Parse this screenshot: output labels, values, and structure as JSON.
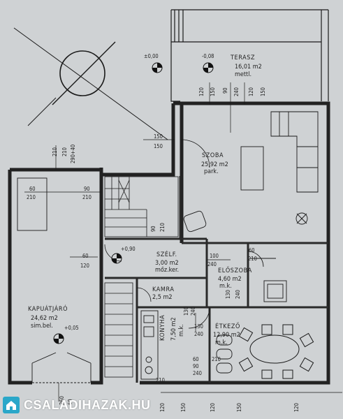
{
  "rooms": {
    "terasz": {
      "name": "TERASZ",
      "area": "16,01 m2",
      "floor": "mettl."
    },
    "szoba": {
      "name": "SZOBA",
      "area": "25,92 m2",
      "floor": "park."
    },
    "szelf": {
      "name": "SZÉLF.",
      "area": "3,00 m2",
      "floor": "mőz.ker."
    },
    "eloszoba": {
      "name": "ELŐSZOBA",
      "area": "4,60 m2",
      "floor": "m.k."
    },
    "kamra": {
      "name": "KAMRA",
      "area": "2,5 m2"
    },
    "kapuatjaro": {
      "name": "KAPUÁTJÁRÓ",
      "area": "24,62 m2",
      "floor": "sim.bel."
    },
    "konyha": {
      "name": "KONYHA",
      "area": "7,50 m2",
      "floor": "m.k."
    },
    "etkezo": {
      "name": "ÉTKEZŐ",
      "area": "12,90 m2",
      "floor": "m.k."
    }
  },
  "levels": {
    "l1": "±0,00",
    "l2": "-0,08",
    "l3": "+0,90",
    "l4": "+0,05"
  },
  "dims": {
    "d150a": "150",
    "d150b": "150",
    "d120a": "120",
    "d150c": "150",
    "d90": "90",
    "d240": "240",
    "d120b": "120",
    "d150d": "150",
    "d210a": "210",
    "d210b": "210",
    "d290": "290+40",
    "d60a": "60",
    "d210c": "210",
    "d90b": "90",
    "d210d": "210",
    "d60b": "60",
    "d120c": "120",
    "d100": "100",
    "d240b": "240",
    "d60c": "60",
    "d210e": "210",
    "d130": "130",
    "d240c": "240",
    "d90c": "90",
    "d210f": "210",
    "d130b": "130",
    "d240d": "240",
    "d130c": "130",
    "d240e": "240",
    "d150e": "150",
    "d120d": "120",
    "d150f": "150",
    "d120e": "120",
    "d210g": "210",
    "d120f": "120",
    "d210h": "210",
    "d90d": "90",
    "d60d": "60",
    "d240f": "240",
    "d260": "260",
    "d60e": "60"
  },
  "watermark": "CSALADIHAZAK.HU"
}
